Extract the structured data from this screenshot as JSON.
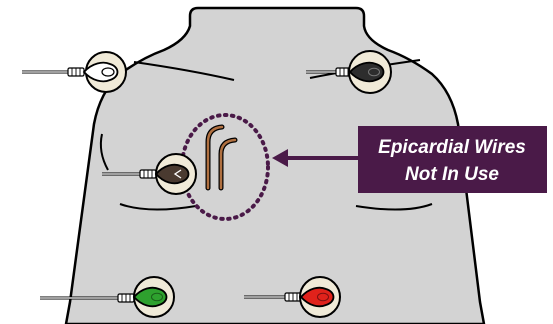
{
  "callout": {
    "line1": "Epicardial Wires",
    "line2": "Not In Use",
    "background_color": "#4a1a48",
    "text_color": "#ffffff"
  },
  "colors": {
    "torso_fill": "#d3d3d3",
    "outline": "#000000",
    "electrode_ring": "#f0ead8",
    "lead_white": "#ffffff",
    "lead_black": "#2d2d2d",
    "lead_brown": "#4a3a30",
    "lead_green": "#2ea12e",
    "lead_red": "#e0221b",
    "epicardial_wire": "#a8683c",
    "dotted_circle": "#4a1a48"
  },
  "electrodes": [
    {
      "position": "right-arm",
      "lead_color": "white"
    },
    {
      "position": "left-arm",
      "lead_color": "black"
    },
    {
      "position": "chest-v",
      "lead_color": "brown"
    },
    {
      "position": "right-leg",
      "lead_color": "green"
    },
    {
      "position": "left-leg",
      "lead_color": "red"
    }
  ],
  "icons": [
    "epicardial-wires-icon",
    "arrow-left-icon",
    "snap-electrode-icon"
  ]
}
